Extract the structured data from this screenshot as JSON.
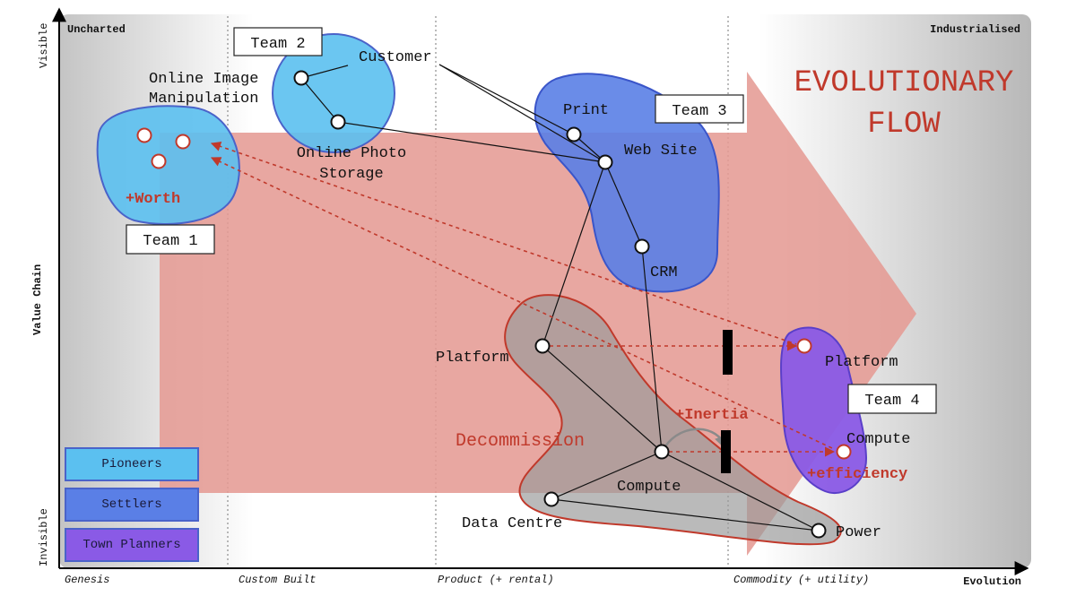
{
  "corners": {
    "top_left": "Uncharted",
    "top_right": "Industrialised"
  },
  "axes": {
    "y_label": "Value Chain",
    "y_top": "Visible",
    "y_bottom": "Invisible",
    "x_label": "Evolution",
    "stages": [
      "Genesis",
      "Custom Built",
      "Product (+ rental)",
      "Commodity (+ utility)"
    ]
  },
  "flow_title": [
    "EVOLUTIONARY",
    "FLOW"
  ],
  "teams": [
    "Team 1",
    "Team 2",
    "Team 3",
    "Team 4"
  ],
  "components": {
    "customer": "Customer",
    "online_image": [
      "Online Image",
      "Manipulation"
    ],
    "online_photo": [
      "Online Photo",
      "Storage"
    ],
    "print": "Print",
    "web_site": "Web Site",
    "crm": "CRM",
    "platform_left": "Platform",
    "platform_right": "Platform",
    "compute_left": "Compute",
    "compute_right": "Compute",
    "data_centre": "Data Centre",
    "power": "Power"
  },
  "annotations": {
    "worth": "+Worth",
    "inertia": "+Inertia",
    "decommission": "Decommission",
    "efficiency": "+efficiency"
  },
  "legend": [
    "Pioneers",
    "Settlers",
    "Town Planners"
  ],
  "colors": {
    "pioneers": "#5bc0f0",
    "settlers": "#5a7fe6",
    "town_planners": "#8a5ae6",
    "flow_arrow": "#e8a09a",
    "annotation_red": "#c0392b"
  }
}
